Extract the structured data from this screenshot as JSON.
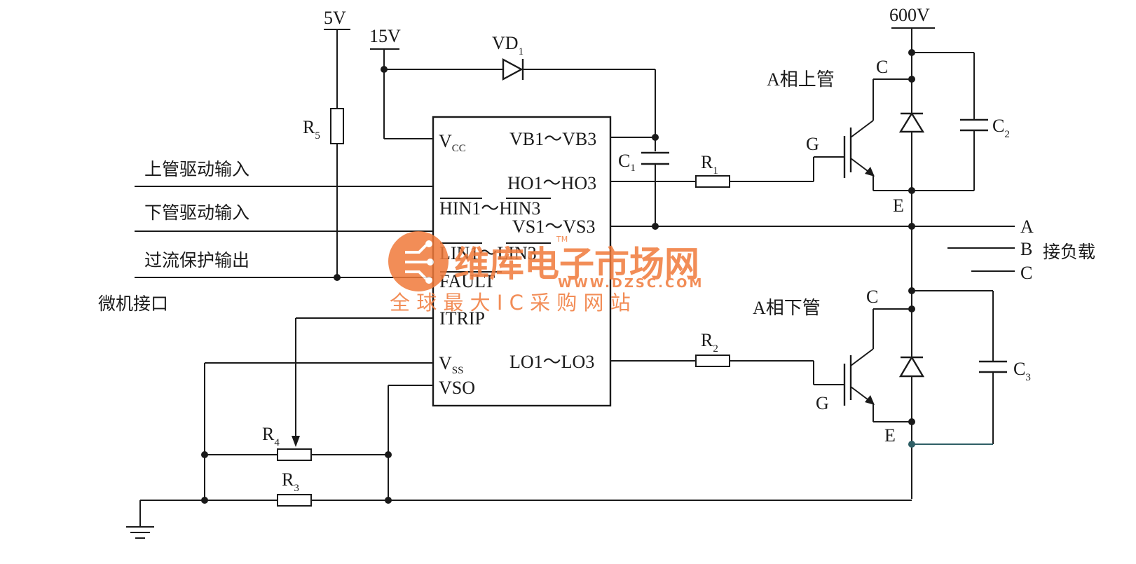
{
  "supplies": {
    "v5": "5V",
    "v15": "15V",
    "v600": "600V"
  },
  "ic_pins": {
    "vcc_main": "V",
    "vcc_sub": "CC",
    "vb": "VB1～VB3",
    "ho": "HO1～HO3",
    "hin": "HIN1～HIN3",
    "vs": "VS1～VS3",
    "lin": "LIN1～LIN3",
    "fault": "FAULT",
    "itrip": "ITRIP",
    "vss_main": "V",
    "vss_sub": "SS",
    "vso": "VSO",
    "lo": "LO1～LO3"
  },
  "inputs": {
    "upper_drive": "上管驱动输入",
    "lower_drive": "下管驱动输入",
    "overcurrent_out": "过流保护输出",
    "mcu_interface": "微机接口"
  },
  "components": {
    "vd1_main": "VD",
    "vd1_sub": "1",
    "r5_main": "R",
    "r5_sub": "5",
    "c1_main": "C",
    "c1_sub": "1",
    "r1_main": "R",
    "r1_sub": "1",
    "r2_main": "R",
    "r2_sub": "2",
    "r3_main": "R",
    "r3_sub": "3",
    "r4_main": "R",
    "r4_sub": "4",
    "c2_main": "C",
    "c2_sub": "2",
    "c3_main": "C",
    "c3_sub": "3"
  },
  "igbt": {
    "upper_title": "A相上管",
    "lower_title": "A相下管",
    "collector": "C",
    "gate": "G",
    "emitter": "E"
  },
  "outputs": {
    "a": "A",
    "b": "B",
    "c": "C",
    "load": "接负载"
  },
  "watermark": {
    "brand": "维库电子市场网",
    "tm": "TM",
    "url": "WWW.DZSC.COM",
    "slogan": "全 球 最 大 I C 采 购 网 站",
    "color": "#f07a3a"
  }
}
